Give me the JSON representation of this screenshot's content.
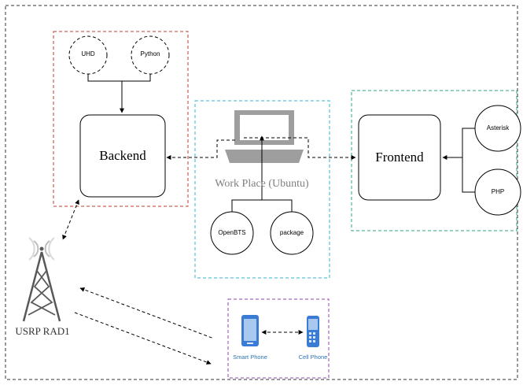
{
  "backend": {
    "label": "Backend",
    "inputs": [
      "UHD",
      "Python"
    ]
  },
  "workplace": {
    "label": "Work Place (Ubuntu)",
    "inputs": [
      "OpenBTS",
      "package"
    ]
  },
  "frontend": {
    "label": "Frontend",
    "inputs": [
      "Asterisk",
      "PHP"
    ]
  },
  "usrp": {
    "label": "USRP RAD1"
  },
  "phones": {
    "smart_phone": "Smart Phone",
    "cell_phone": "Cell Phone"
  },
  "colors": {
    "outer_border": "#333333",
    "backend_group": "#c0392b",
    "workplace_group": "#2fb3d1",
    "frontend_group": "#2aa58a",
    "phones_group": "#8e44ad",
    "laptop": "#9e9e9e",
    "phone_blue": "#3a7bd5"
  }
}
